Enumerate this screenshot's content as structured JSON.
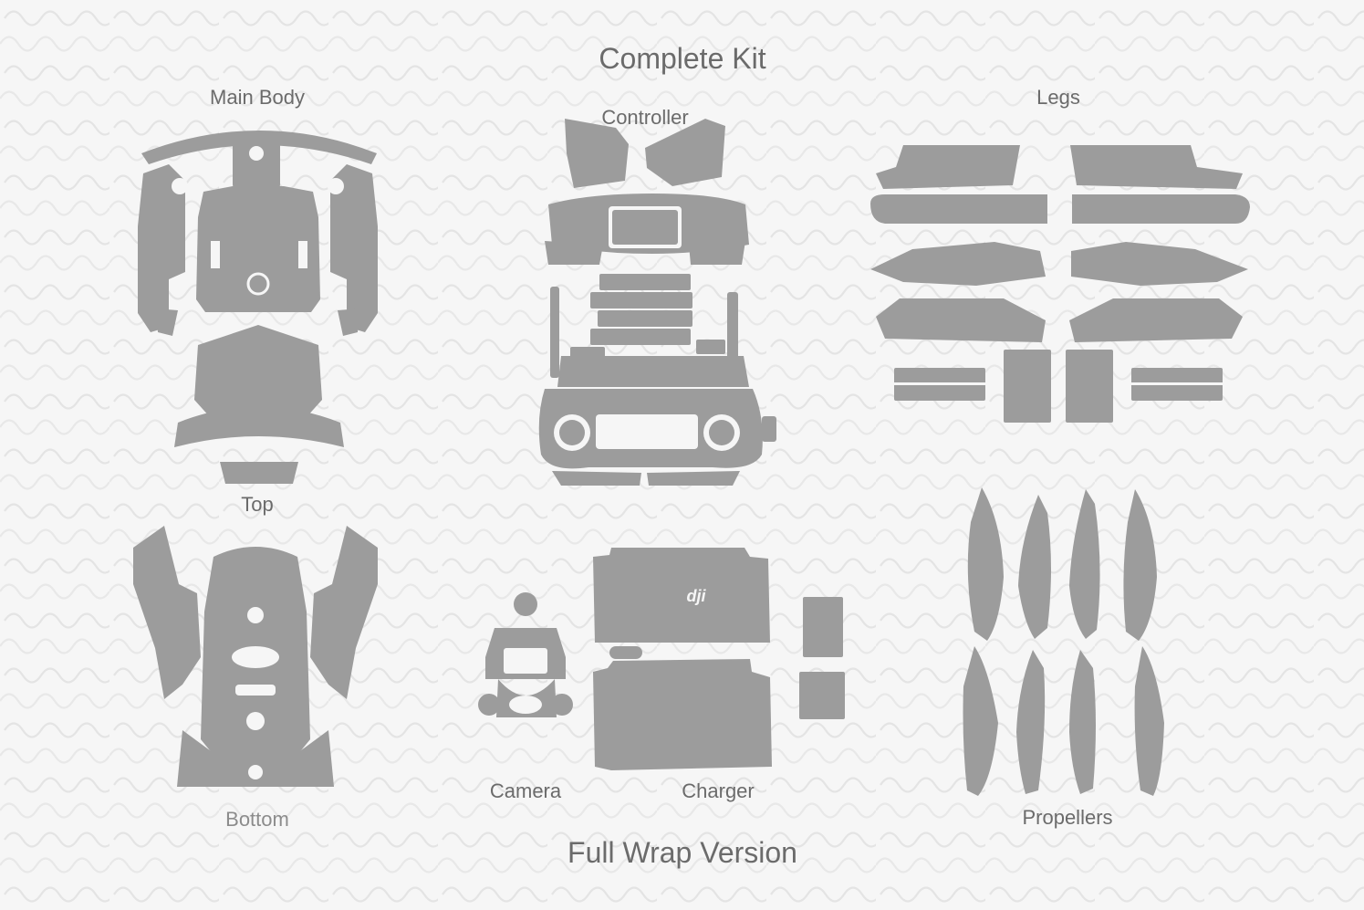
{
  "title": "Complete Kit",
  "subtitle": "Full Wrap Version",
  "sections": {
    "main_body": "Main Body",
    "controller": "Controller",
    "legs": "Legs",
    "top": "Top",
    "bottom": "Bottom",
    "camera": "Camera",
    "charger": "Charger",
    "propellers": "Propellers"
  },
  "logo_text": "dji",
  "colors": {
    "background": "#f6f6f6",
    "part_fill": "#9c9c9c",
    "label_text": "#6b6b6b",
    "watermark": "#e6e6e6"
  }
}
